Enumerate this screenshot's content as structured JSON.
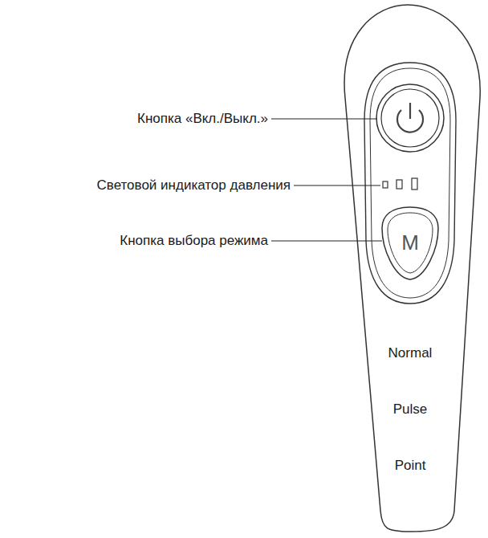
{
  "diagram": {
    "nodes": [
      {
        "text": [
          "Normal",
          "Pulse",
          "Point"
        ]
      },
      {
        "text": [
          "M"
        ],
        "in": 0
      }
    ],
    "labels": [
      "Кнопка «Вкл./Выкл.»",
      "Световой индикатор давления",
      "Кнопка выбора режима"
    ]
  }
}
